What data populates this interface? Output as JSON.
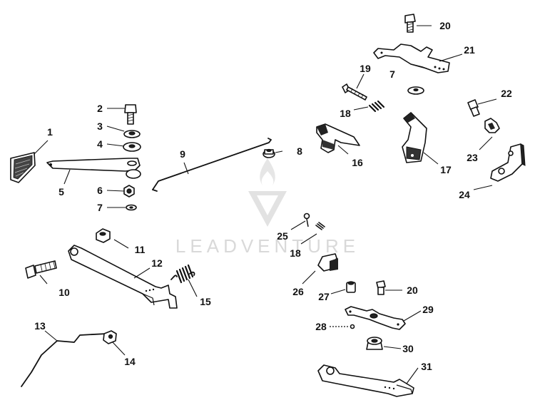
{
  "watermark": {
    "text": "LEADVENTURE",
    "color": "#d9d9d9"
  },
  "colors": {
    "ink": "#111111",
    "paper": "#ffffff"
  },
  "callouts": [
    {
      "id": "1",
      "label": "1"
    },
    {
      "id": "2",
      "label": "2"
    },
    {
      "id": "3",
      "label": "3"
    },
    {
      "id": "4",
      "label": "4"
    },
    {
      "id": "5",
      "label": "5"
    },
    {
      "id": "6",
      "label": "6"
    },
    {
      "id": "7a",
      "label": "7"
    },
    {
      "id": "7b",
      "label": "7"
    },
    {
      "id": "8",
      "label": "8"
    },
    {
      "id": "9",
      "label": "9"
    },
    {
      "id": "10",
      "label": "10"
    },
    {
      "id": "11",
      "label": "11"
    },
    {
      "id": "12",
      "label": "12"
    },
    {
      "id": "13",
      "label": "13"
    },
    {
      "id": "14",
      "label": "14"
    },
    {
      "id": "15",
      "label": "15"
    },
    {
      "id": "16",
      "label": "16"
    },
    {
      "id": "17",
      "label": "17"
    },
    {
      "id": "18a",
      "label": "18"
    },
    {
      "id": "18b",
      "label": "18"
    },
    {
      "id": "19",
      "label": "19"
    },
    {
      "id": "20a",
      "label": "20"
    },
    {
      "id": "20b",
      "label": "20"
    },
    {
      "id": "21",
      "label": "21"
    },
    {
      "id": "22",
      "label": "22"
    },
    {
      "id": "23",
      "label": "23"
    },
    {
      "id": "24",
      "label": "24"
    },
    {
      "id": "25",
      "label": "25"
    },
    {
      "id": "26",
      "label": "26"
    },
    {
      "id": "27",
      "label": "27"
    },
    {
      "id": "28",
      "label": "28"
    },
    {
      "id": "29",
      "label": "29"
    },
    {
      "id": "30",
      "label": "30"
    },
    {
      "id": "31",
      "label": "31"
    }
  ]
}
